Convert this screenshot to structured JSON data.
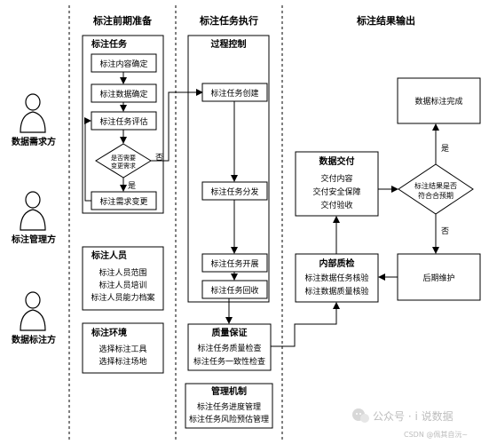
{
  "columns": {
    "prep": "标注前期准备",
    "exec": "标注任务执行",
    "output": "标注结果输出"
  },
  "roles": {
    "demand": "数据需求方",
    "manager": "标注管理方",
    "labeler": "数据标注方"
  },
  "task_group": {
    "title": "标注任务",
    "content_confirm": "标注内容确定",
    "data_confirm": "标注数据确定",
    "task_eval": "标注任务评估",
    "need_change_q1": "是否需要",
    "need_change_q2": "变更需求",
    "yes": "是",
    "no": "否",
    "req_change": "标注需求变更"
  },
  "personnel": {
    "title": "标注人员",
    "items": [
      "标注人员范围",
      "标注人员培训",
      "标注人员能力档案"
    ]
  },
  "environment": {
    "title": "标注环境",
    "items": [
      "选择标注工具",
      "选择标注场地"
    ]
  },
  "process": {
    "title": "过程控制",
    "create": "标注任务创建",
    "distribute": "标注任务分发",
    "start": "标注任务开展",
    "recycle": "标注任务回收"
  },
  "qa": {
    "title": "质量保证",
    "items": [
      "标注任务质量检查",
      "标注任务一致性检查"
    ]
  },
  "mgmt": {
    "title": "管理机制",
    "items": [
      "标注任务进度管理",
      "标注任务风险预估管理"
    ]
  },
  "delivery": {
    "title": "数据交付",
    "items": [
      "交付内容",
      "交付安全保障",
      "交付验收"
    ]
  },
  "internal_qc": {
    "title": "内部质检",
    "items": [
      "标注数据任务核验",
      "标注数据质量核验"
    ]
  },
  "result": {
    "complete": "数据标注完成",
    "decision_l1": "标注结果是否",
    "decision_l2": "符合合预期",
    "yes": "是",
    "no": "否",
    "maintenance": "后期维护"
  },
  "watermark": {
    "line1": "公众号 · i 说数据",
    "line2": "CSDN @佩其自沅~"
  }
}
